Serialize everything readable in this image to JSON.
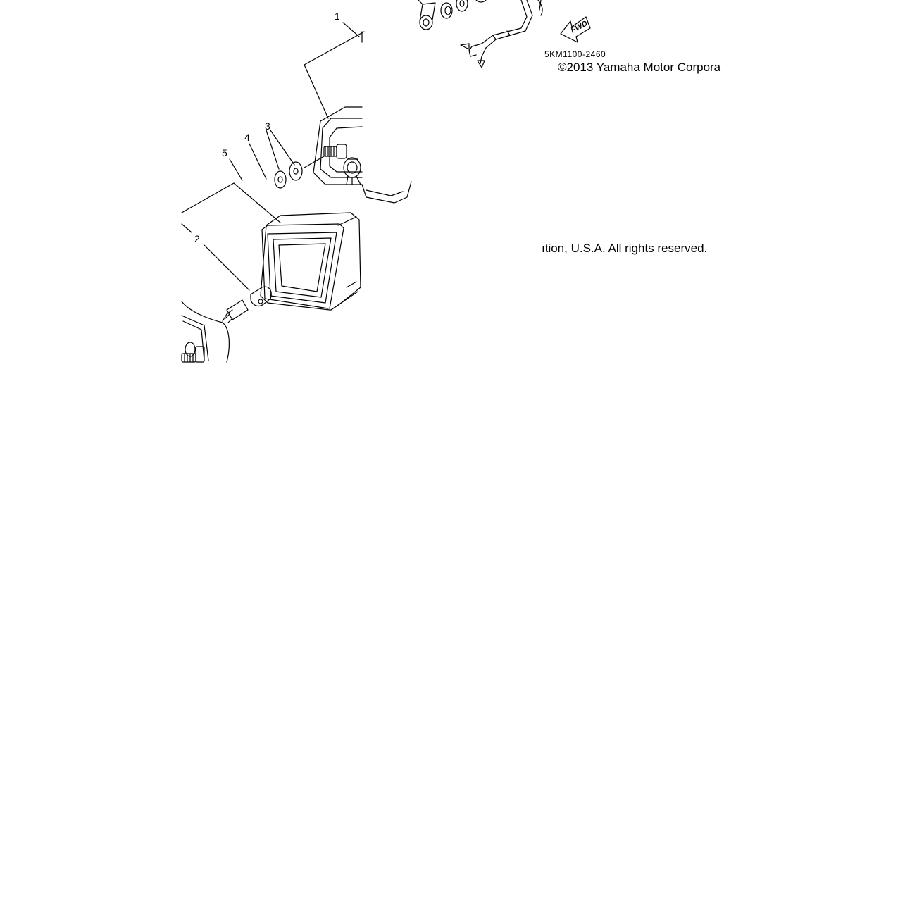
{
  "callouts": {
    "c1": "1",
    "c2": "2",
    "c3": "3",
    "c4": "4",
    "c5": "5"
  },
  "part_code": "5KM1100-2460",
  "copyright_top": "©2013 Yamaha Motor Corpora",
  "copyright_bottom": "ıtion, U.S.A. All rights reserved.",
  "fwd_label": "FWD",
  "colors": {
    "ink": "#000000",
    "background": "#ffffff"
  }
}
